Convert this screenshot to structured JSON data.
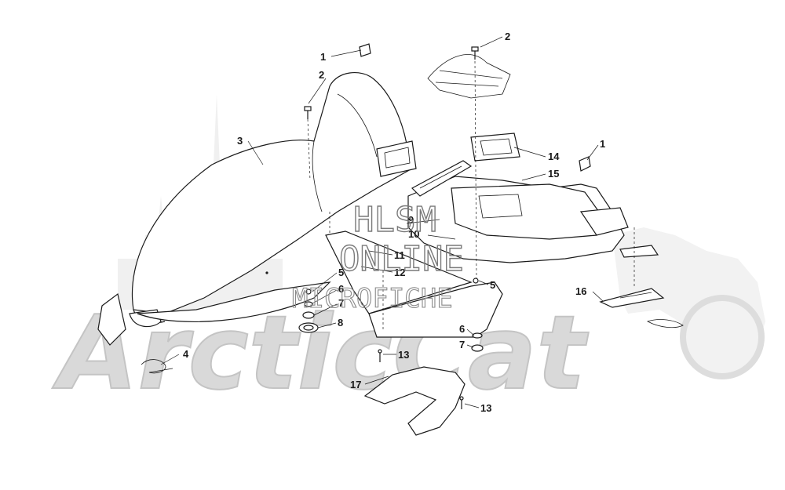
{
  "watermark": {
    "brand_text": "ArcticCat",
    "line1": "HLSM",
    "line2": "ONLINE",
    "line3": "MICROFICHE"
  },
  "callouts": [
    {
      "id": "c1a",
      "label": "1"
    },
    {
      "id": "c2a",
      "label": "2"
    },
    {
      "id": "c3",
      "label": "3"
    },
    {
      "id": "c4",
      "label": "4"
    },
    {
      "id": "c5a",
      "label": "5"
    },
    {
      "id": "c6a",
      "label": "6"
    },
    {
      "id": "c7a",
      "label": "7"
    },
    {
      "id": "c8",
      "label": "8"
    },
    {
      "id": "c9",
      "label": "9"
    },
    {
      "id": "c10",
      "label": "10"
    },
    {
      "id": "c11",
      "label": "11"
    },
    {
      "id": "c12",
      "label": "12"
    },
    {
      "id": "c13a",
      "label": "13"
    },
    {
      "id": "c2b",
      "label": "2"
    },
    {
      "id": "c14",
      "label": "14"
    },
    {
      "id": "c15",
      "label": "15"
    },
    {
      "id": "c1b",
      "label": "1"
    },
    {
      "id": "c5b",
      "label": "5"
    },
    {
      "id": "c16",
      "label": "16"
    },
    {
      "id": "c6b",
      "label": "6"
    },
    {
      "id": "c7b",
      "label": "7"
    },
    {
      "id": "c17",
      "label": "17"
    },
    {
      "id": "c13b",
      "label": "13"
    }
  ]
}
